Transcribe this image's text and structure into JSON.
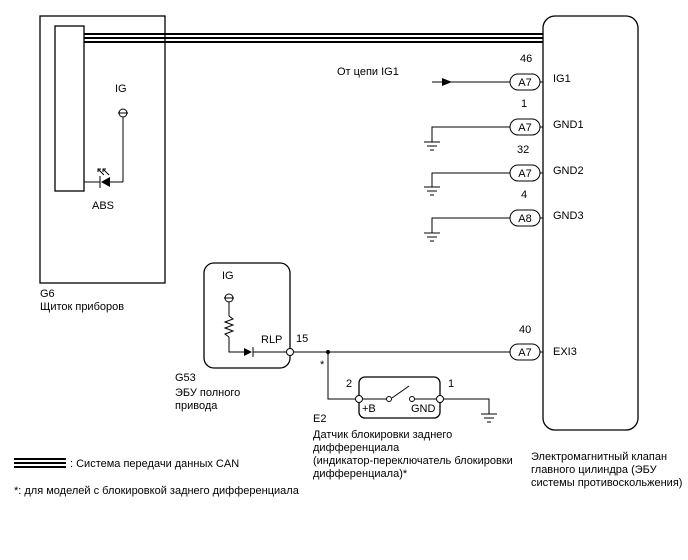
{
  "components": {
    "g6": {
      "code": "G6",
      "name": "Щиток приборов",
      "ig": "IG",
      "abs": "ABS"
    },
    "g53": {
      "code": "G53",
      "name_line1": "ЭБУ полного",
      "name_line2": "привода",
      "ig": "IG",
      "rlp": "RLP",
      "pin": "15"
    },
    "e2": {
      "code": "E2",
      "name_line1": "Датчик блокировки заднего",
      "name_line2": "дифференциала",
      "name_line3": "(индикатор-переключатель блокировки",
      "name_line4": "дифференциала)*",
      "pin_b": "+B",
      "pin_gnd": "GND",
      "pin2": "2",
      "pin1": "1",
      "asterisk": "*"
    },
    "ecu": {
      "name_line1": "Электромагнитный клапан",
      "name_line2": "главного цилиндра (ЭБУ",
      "name_line3": "системы противоскольжения)"
    }
  },
  "ig1_source": "От цепи IG1",
  "pins": [
    {
      "number": "46",
      "connector": "A7",
      "signal": "IG1"
    },
    {
      "number": "1",
      "connector": "A7",
      "signal": "GND1"
    },
    {
      "number": "32",
      "connector": "A7",
      "signal": "GND2"
    },
    {
      "number": "4",
      "connector": "A8",
      "signal": "GND3"
    },
    {
      "number": "40",
      "connector": "A7",
      "signal": "EXI3"
    }
  ],
  "legend": {
    "can": ": Система передачи данных CAN",
    "note": "*: для моделей с блокировкой заднего дифференциала"
  }
}
